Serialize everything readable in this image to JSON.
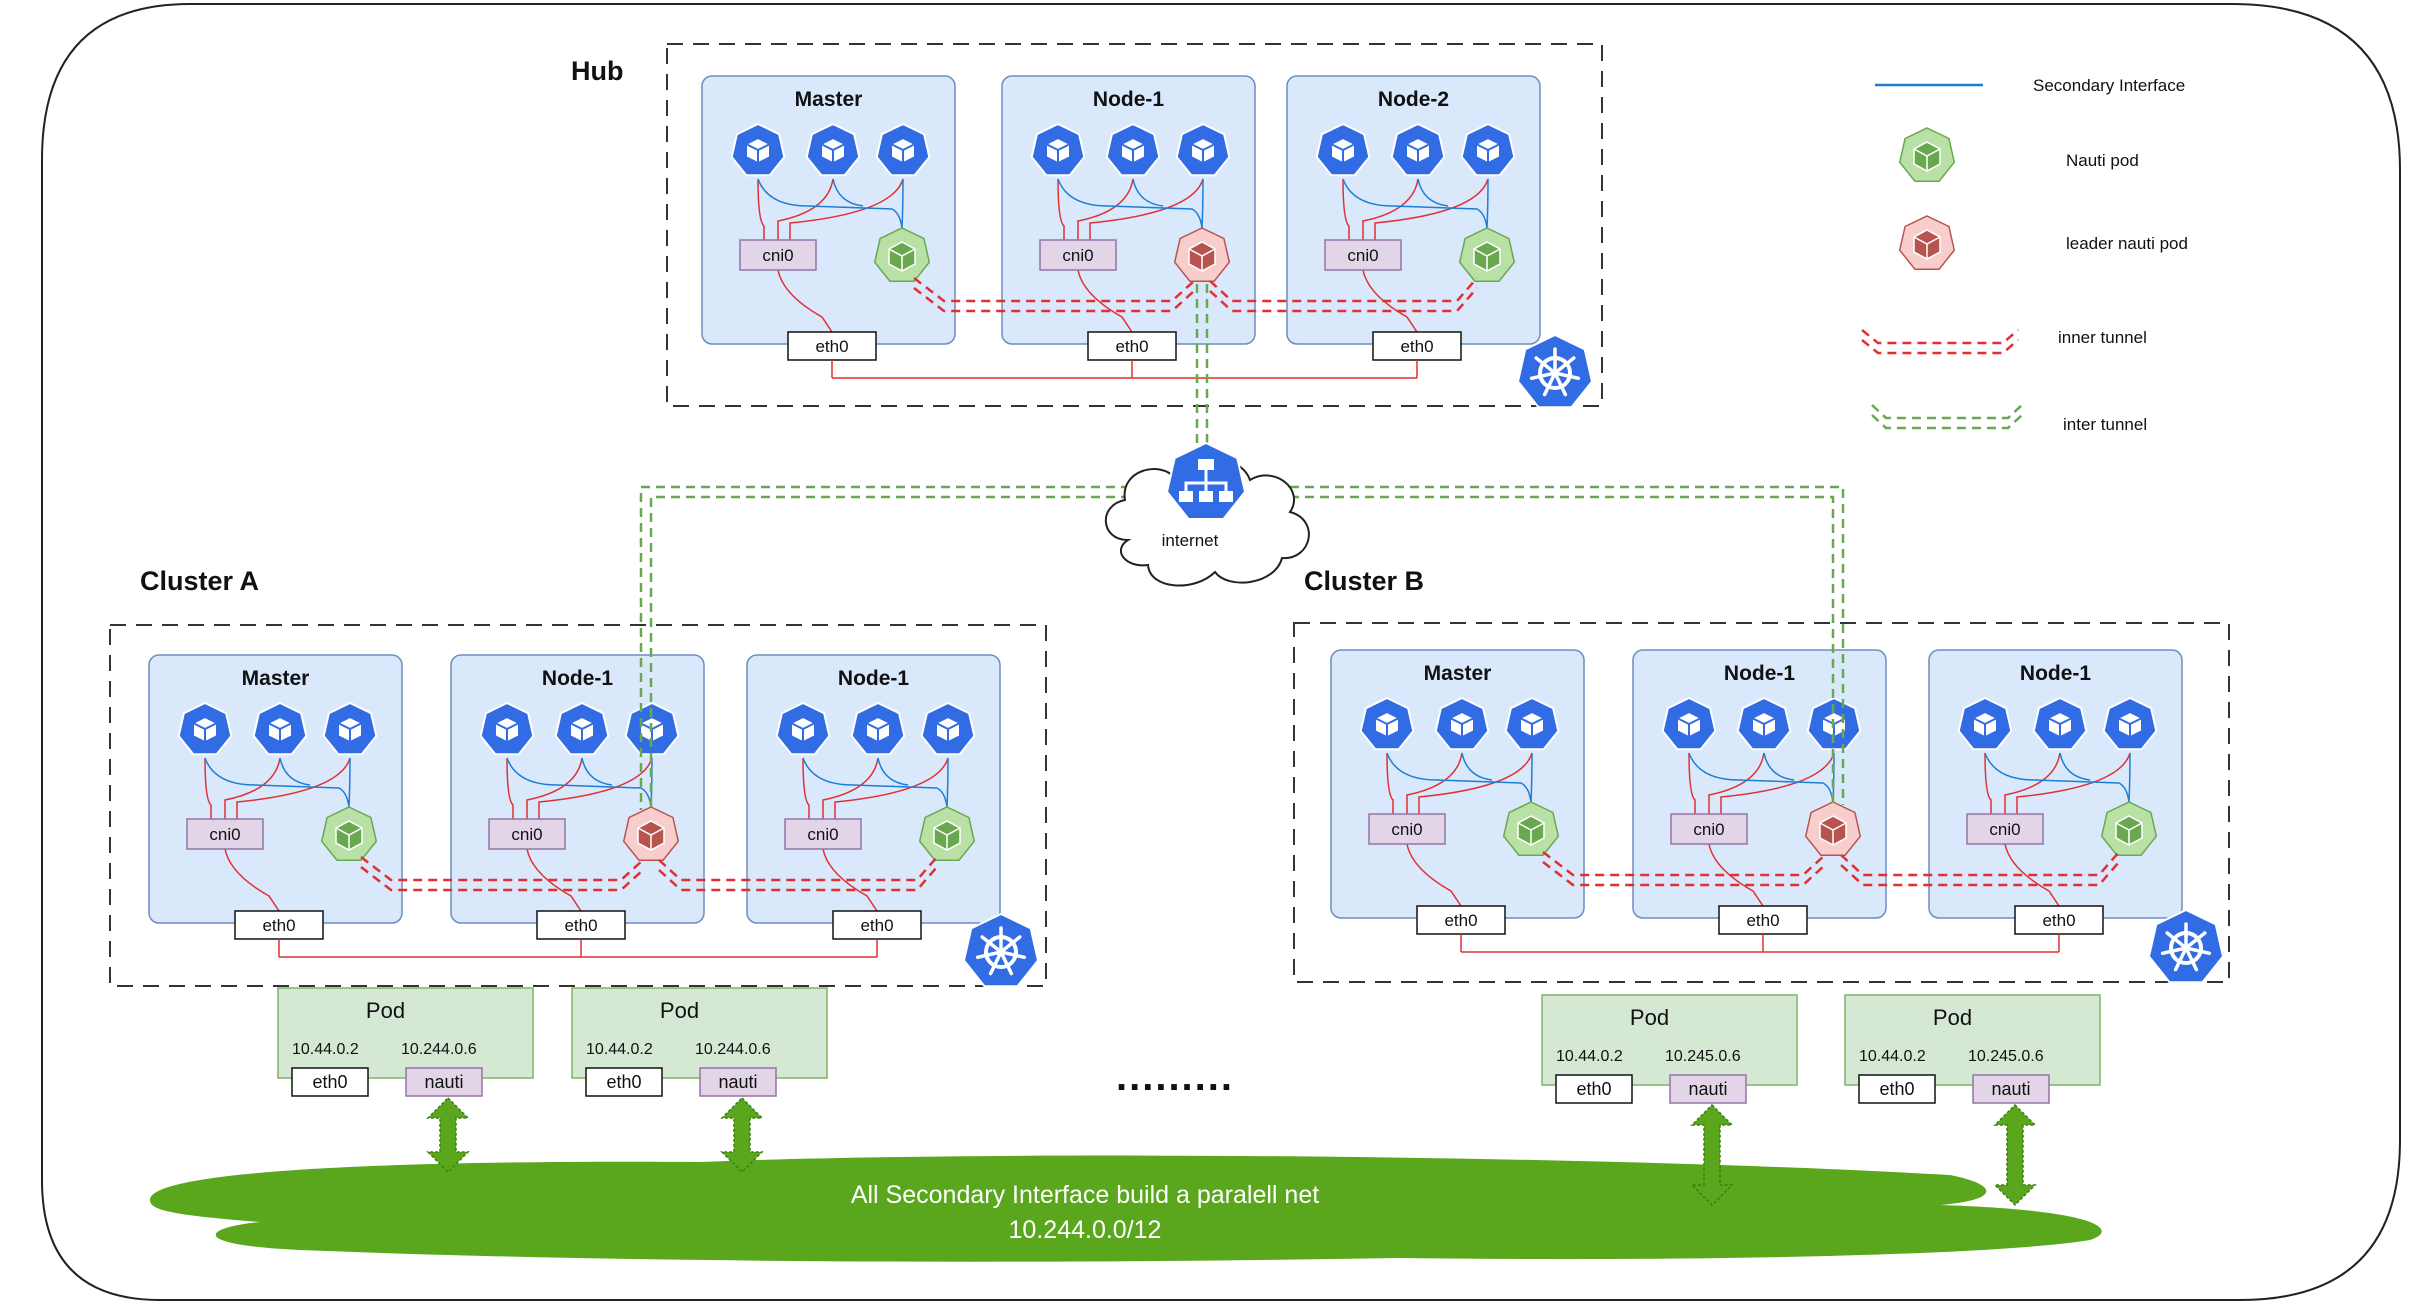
{
  "clusters": [
    {
      "title": "Hub",
      "nodes": [
        {
          "name": "Master",
          "cni": "cni0",
          "eth": "eth0",
          "pod": "green"
        },
        {
          "name": "Node-1",
          "cni": "cni0",
          "eth": "eth0",
          "pod": "red"
        },
        {
          "name": "Node-2",
          "cni": "cni0",
          "eth": "eth0",
          "pod": "green"
        }
      ]
    },
    {
      "title": "Cluster A",
      "nodes": [
        {
          "name": "Master",
          "cni": "cni0",
          "eth": "eth0",
          "pod": "green"
        },
        {
          "name": "Node-1",
          "cni": "cni0",
          "eth": "eth0",
          "pod": "red"
        },
        {
          "name": "Node-1",
          "cni": "cni0",
          "eth": "eth0",
          "pod": "green"
        }
      ]
    },
    {
      "title": "Cluster B",
      "nodes": [
        {
          "name": "Master",
          "cni": "cni0",
          "eth": "eth0",
          "pod": "green"
        },
        {
          "name": "Node-1",
          "cni": "cni0",
          "eth": "eth0",
          "pod": "red"
        },
        {
          "name": "Node-1",
          "cni": "cni0",
          "eth": "eth0",
          "pod": "green"
        }
      ]
    }
  ],
  "internet_label": "internet",
  "pods": [
    {
      "title": "Pod",
      "ip1": "10.44.0.2",
      "ip2": "10.244.0.6",
      "eth": "eth0",
      "nauti": "nauti"
    },
    {
      "title": "Pod",
      "ip1": "10.44.0.2",
      "ip2": "10.244.0.6",
      "eth": "eth0",
      "nauti": "nauti"
    },
    {
      "title": "Pod",
      "ip1": "10.44.0.2",
      "ip2": "10.245.0.6",
      "eth": "eth0",
      "nauti": "nauti"
    },
    {
      "title": "Pod",
      "ip1": "10.44.0.2",
      "ip2": "10.245.0.6",
      "eth": "eth0",
      "nauti": "nauti"
    }
  ],
  "ellipsis": ".........",
  "net": {
    "line1": "All Secondary Interface build a paralell net",
    "line2": "10.244.0.0/12"
  },
  "legend": {
    "secondary": "Secondary Interface",
    "nauti_pod": "Nauti pod",
    "leader_pod": "leader nauti pod",
    "inner_tunnel": "inner tunnel",
    "inter_tunnel": "inter tunnel"
  },
  "colors": {
    "node_fill": "#dae8fc",
    "node_stroke": "#6c8ebf",
    "k8s_blue": "#326ce5",
    "red_line": "#e03131",
    "blue_line": "#1c7ed6",
    "inner_tunnel": "#e03131",
    "inter_tunnel": "#6aa84f",
    "green_pod": "#b9e0a5",
    "green_pod_dark": "#6aa84f",
    "red_pod": "#f8cecc",
    "red_pod_dark": "#b85450",
    "cni_fill": "#e1d5e7",
    "cni_stroke": "#9673a6",
    "pod_fill": "#d5e8d4",
    "pod_stroke": "#82b366",
    "net_fill": "#5aa71e"
  }
}
